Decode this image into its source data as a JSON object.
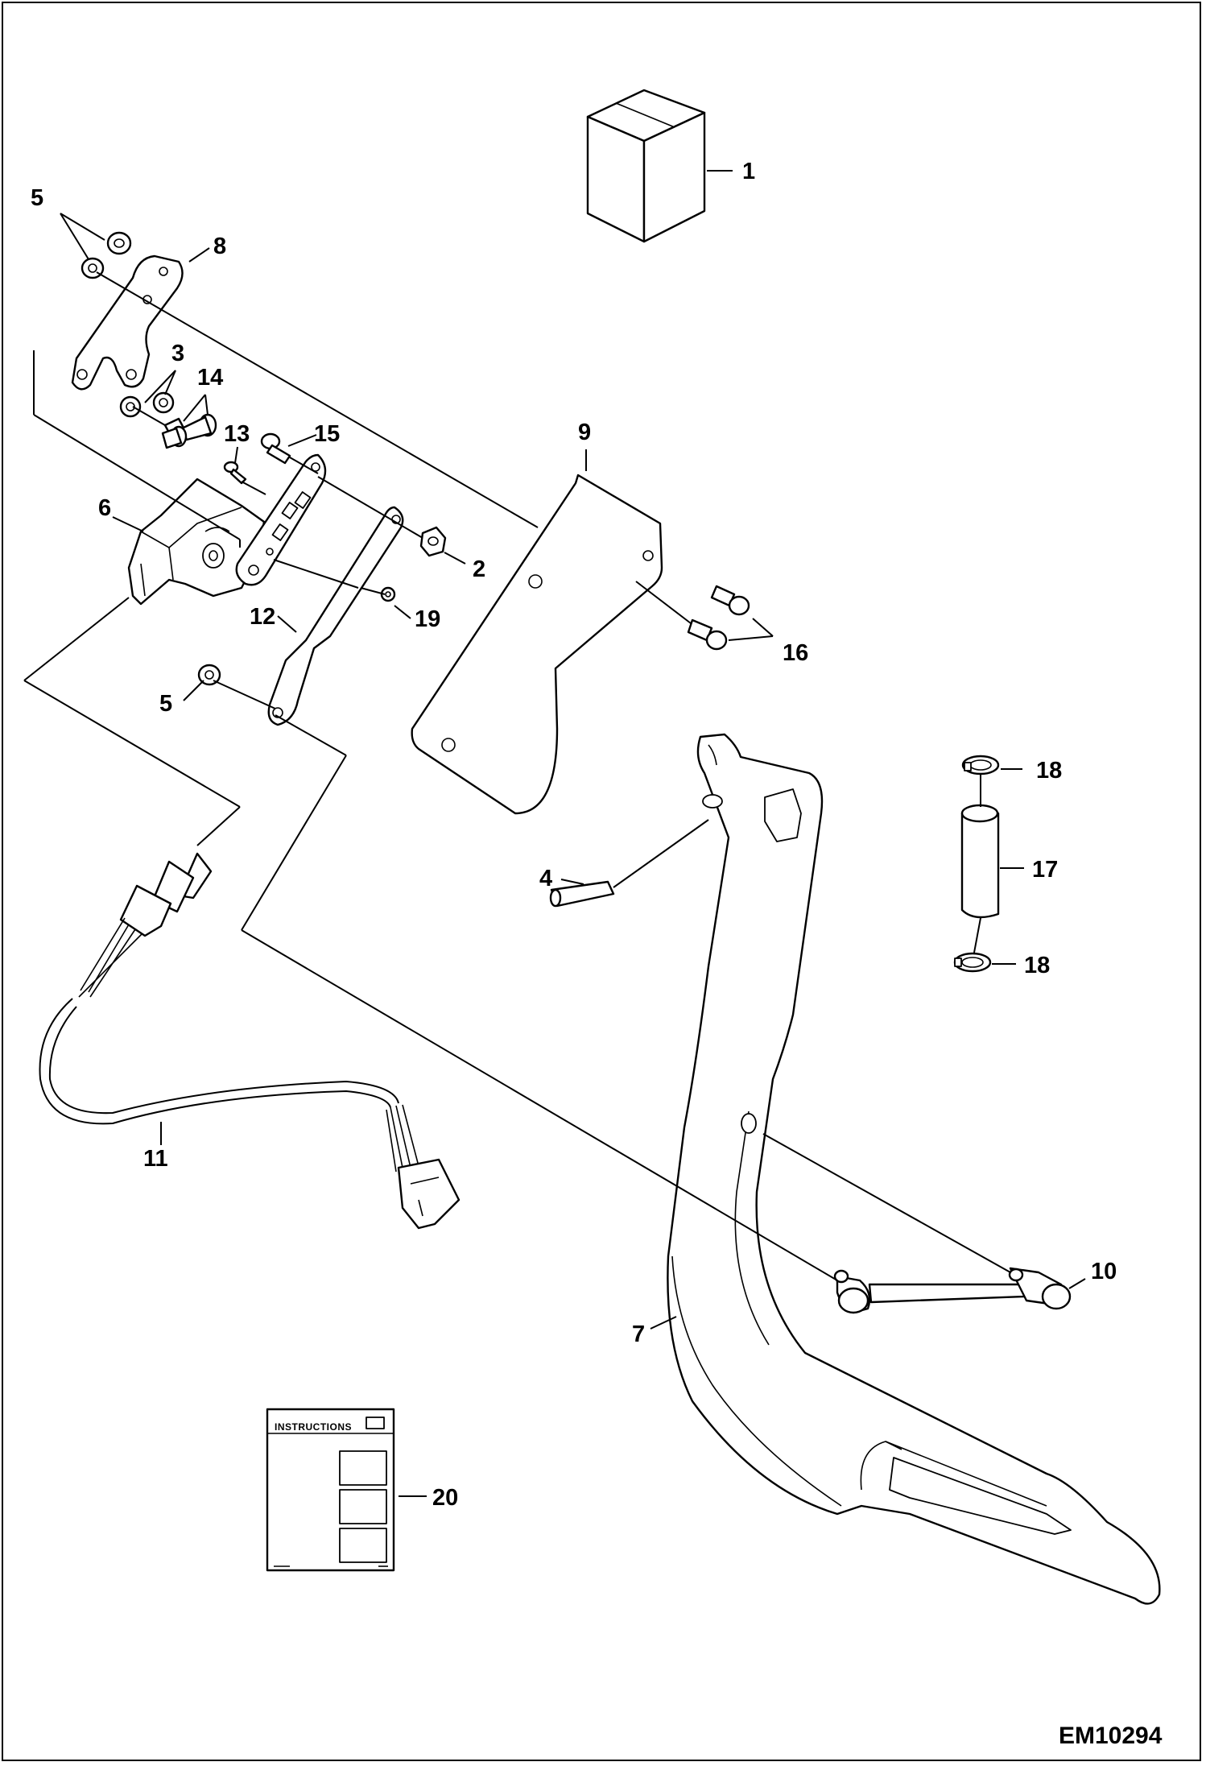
{
  "drawing": {
    "id": "EM10294",
    "instructions_label": "INSTRUCTIONS"
  },
  "callouts": [
    "1",
    "2",
    "3",
    "4",
    "5",
    "5",
    "6",
    "7",
    "8",
    "9",
    "10",
    "11",
    "12",
    "13",
    "14",
    "15",
    "16",
    "17",
    "18",
    "18",
    "19",
    "20"
  ],
  "colors": {
    "ink": "#000000",
    "paper": "#ffffff"
  }
}
